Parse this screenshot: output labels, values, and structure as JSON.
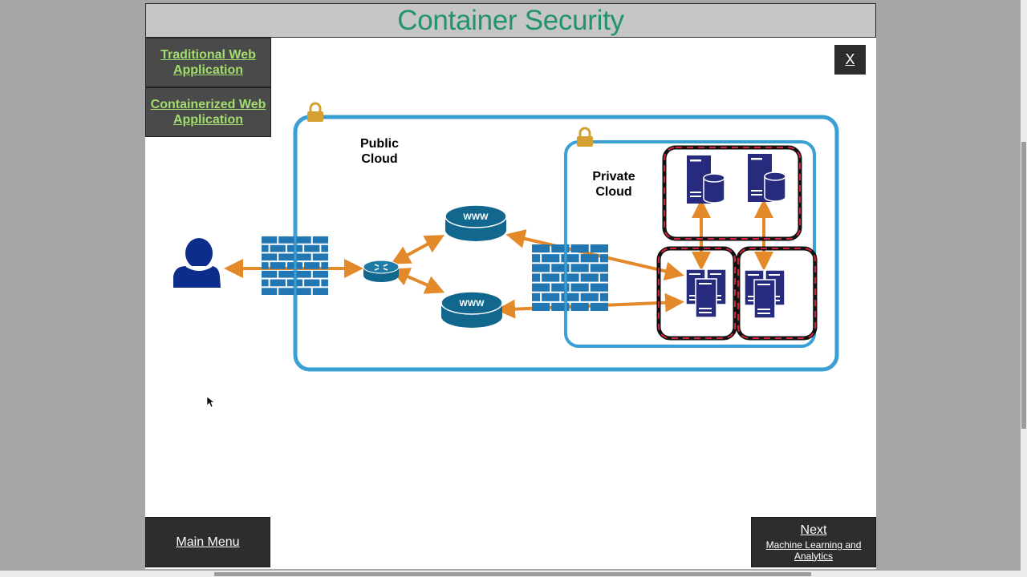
{
  "header": {
    "title": "Container Security"
  },
  "sidebar": {
    "items": [
      {
        "label": "Traditional Web Application"
      },
      {
        "label": "Containerized Web Application"
      }
    ]
  },
  "close_button": {
    "label": "X"
  },
  "diagram": {
    "public_cloud_label": "Public Cloud",
    "private_cloud_label": "Private Cloud",
    "web_server_1_label": "WWW",
    "web_server_2_label": "WWW",
    "colors": {
      "cloud_border": "#3a9fd3",
      "firewall": "#2277b3",
      "arrow": "#e4892a",
      "lock": "#d4a032",
      "server": "#262b7e",
      "user": "#0c2d8c",
      "router": "#12678f",
      "container_dash": "#d2233a"
    }
  },
  "footer": {
    "main_menu_label": "Main Menu",
    "next_label": "Next",
    "next_subtitle": "Machine Learning and Analytics"
  }
}
